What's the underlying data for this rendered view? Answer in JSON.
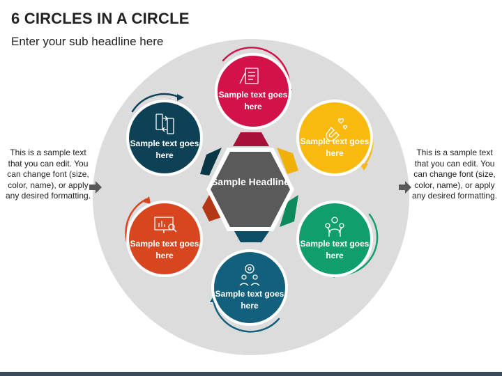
{
  "title": "6 CIRCLES IN A CIRCLE",
  "subtitle": "Enter your sub headline here",
  "left_text": "This is a sample text that you can edit. You can change font (size, color, name), or apply any desired formatting.",
  "right_text": "This is a sample text that you can edit. You can change font (size, color, name), or apply any desired formatting.",
  "center": {
    "label": "Sample Headline",
    "color": "#5a5a5a"
  },
  "nodes": [
    {
      "label": "Sample text goes here",
      "color": "#d4124a",
      "icon": "checklist-icon"
    },
    {
      "label": "Sample text goes here",
      "color": "#f9b90f",
      "icon": "magnet-hearts-icon"
    },
    {
      "label": "Sample text goes here",
      "color": "#0f9e6c",
      "icon": "people-network-icon"
    },
    {
      "label": "Sample text goes here",
      "color": "#12607c",
      "icon": "team-target-icon"
    },
    {
      "label": "Sample text goes here",
      "color": "#d7461e",
      "icon": "presentation-chart-icon"
    },
    {
      "label": "Sample text goes here",
      "color": "#0d4155",
      "icon": "phone-transfer-icon"
    }
  ],
  "colors": {
    "outer_circle": "#dcdcdc",
    "arrow": "#595959"
  }
}
